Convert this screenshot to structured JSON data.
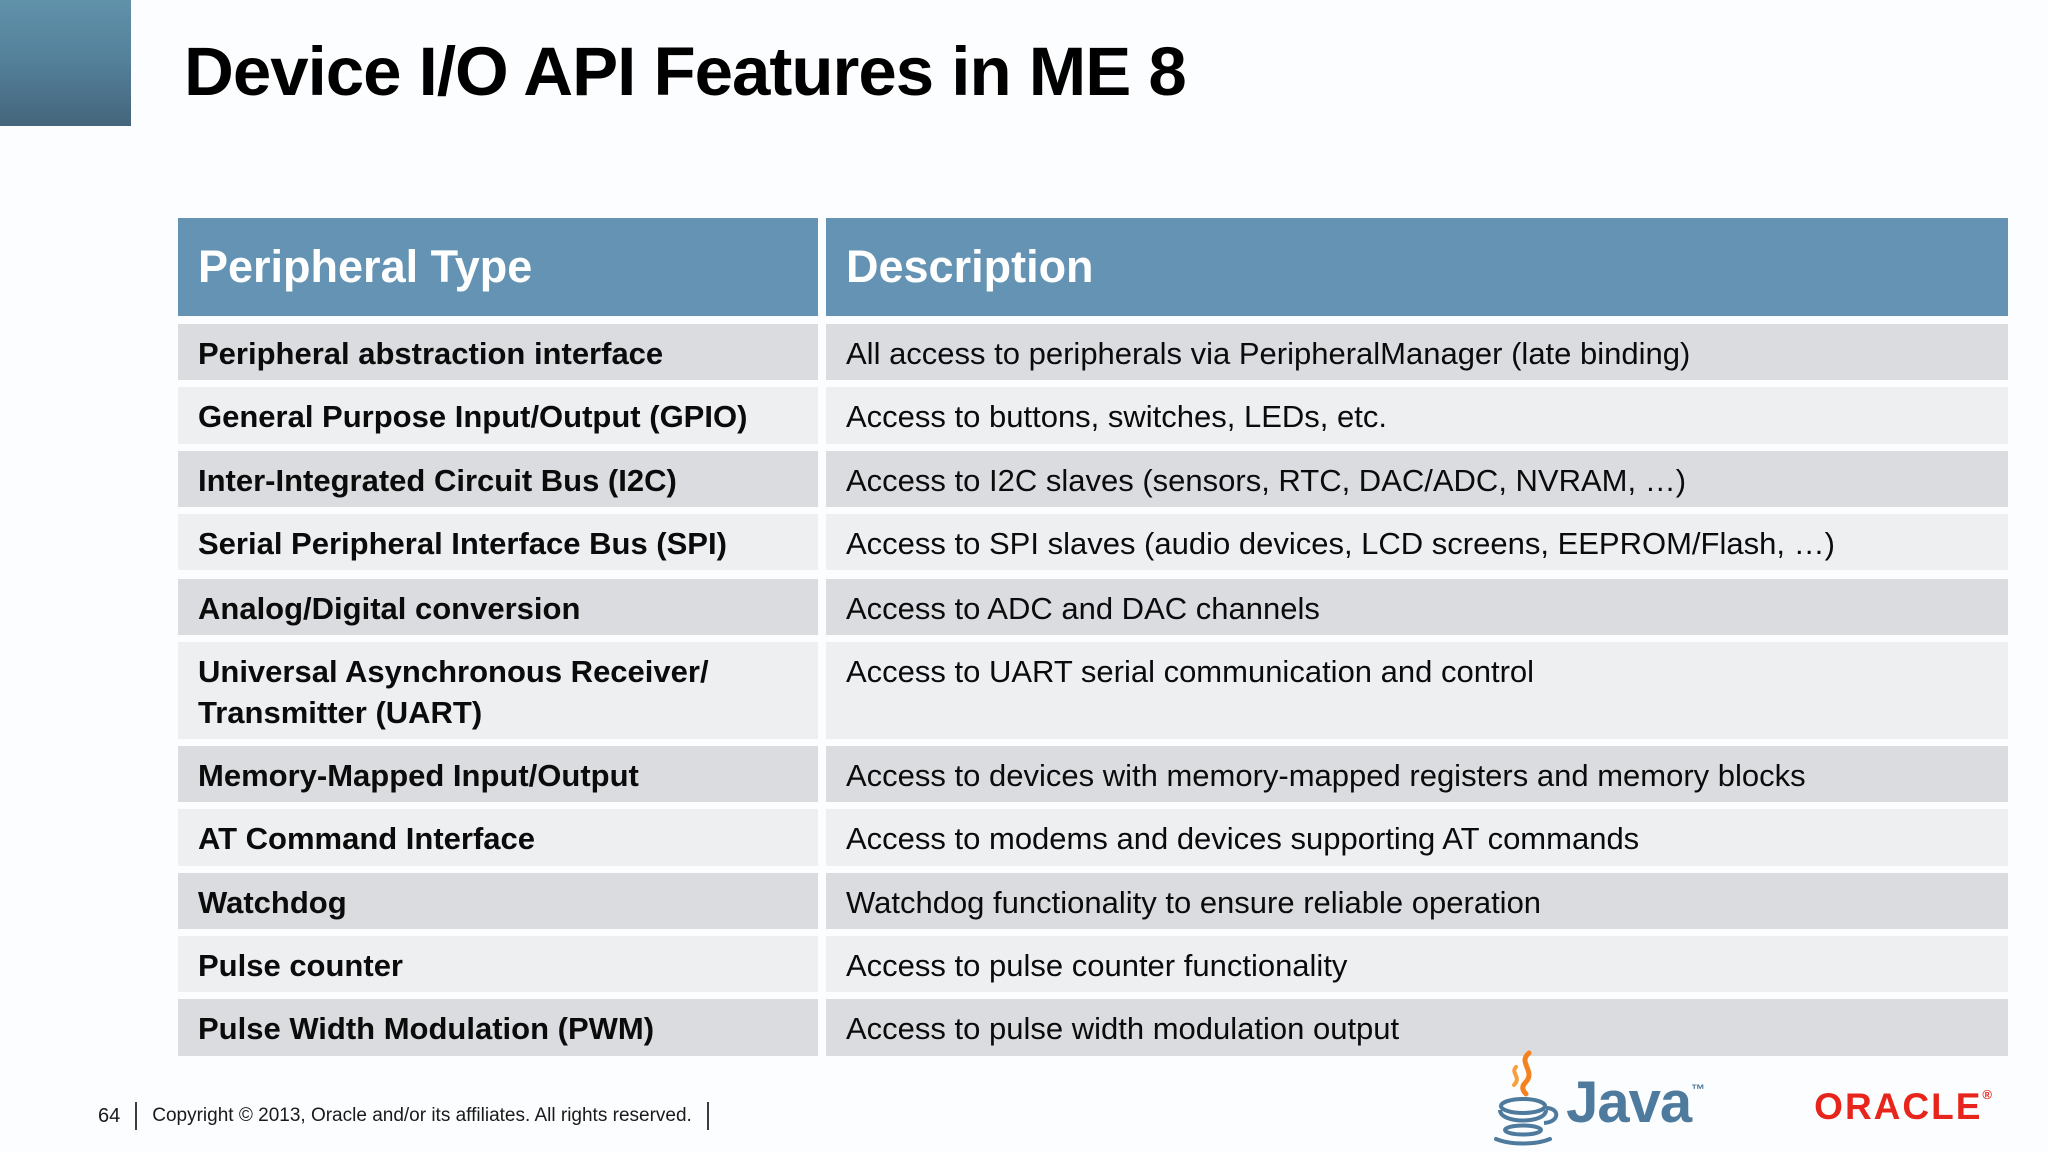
{
  "slide": {
    "title": "Device I/O API Features in ME 8",
    "page_number": "64",
    "copyright": "Copyright © 2013, Oracle and/or its affiliates. All rights reserved.",
    "colors": {
      "header_bg": "#6493b3",
      "row_dark": "#dadce0",
      "row_light": "#edeff1",
      "corner_square_top": "#6092aa",
      "corner_square_bottom": "#44657b",
      "java_blue": "#4e7b9d",
      "java_steam_orange": "#f58220",
      "oracle_red": "#e8251c"
    }
  },
  "table": {
    "columns": [
      "Peripheral Type",
      "Description"
    ],
    "section_break_before_index": 4,
    "rows": [
      {
        "peripheral": "Peripheral abstraction interface",
        "description": "All access to peripherals via PeripheralManager (late binding)"
      },
      {
        "peripheral": "General Purpose Input/Output (GPIO)",
        "description": "Access to buttons, switches, LEDs, etc."
      },
      {
        "peripheral": "Inter-Integrated Circuit Bus (I2C)",
        "description": "Access to I2C slaves (sensors, RTC, DAC/ADC, NVRAM, …)"
      },
      {
        "peripheral": "Serial Peripheral Interface Bus (SPI)",
        "description": "Access to SPI slaves (audio devices, LCD screens, EEPROM/Flash, …)"
      },
      {
        "peripheral": "Analog/Digital conversion",
        "description": "Access to ADC and DAC channels"
      },
      {
        "peripheral": "Universal Asynchronous Receiver/ Transmitter (UART)",
        "description": "Access to UART serial communication and control"
      },
      {
        "peripheral": "Memory-Mapped Input/Output",
        "description": "Access to devices with memory-mapped registers and memory blocks"
      },
      {
        "peripheral": "AT Command Interface",
        "description": "Access to modems and devices supporting AT commands"
      },
      {
        "peripheral": "Watchdog",
        "description": "Watchdog functionality to ensure reliable operation"
      },
      {
        "peripheral": "Pulse counter",
        "description": "Access to pulse counter functionality"
      },
      {
        "peripheral": "Pulse Width Modulation (PWM)",
        "description": "Access to pulse width modulation output"
      }
    ]
  },
  "logos": {
    "java_label": "Java",
    "java_tm": "™",
    "oracle_label": "ORACLE",
    "oracle_mark": "®"
  }
}
